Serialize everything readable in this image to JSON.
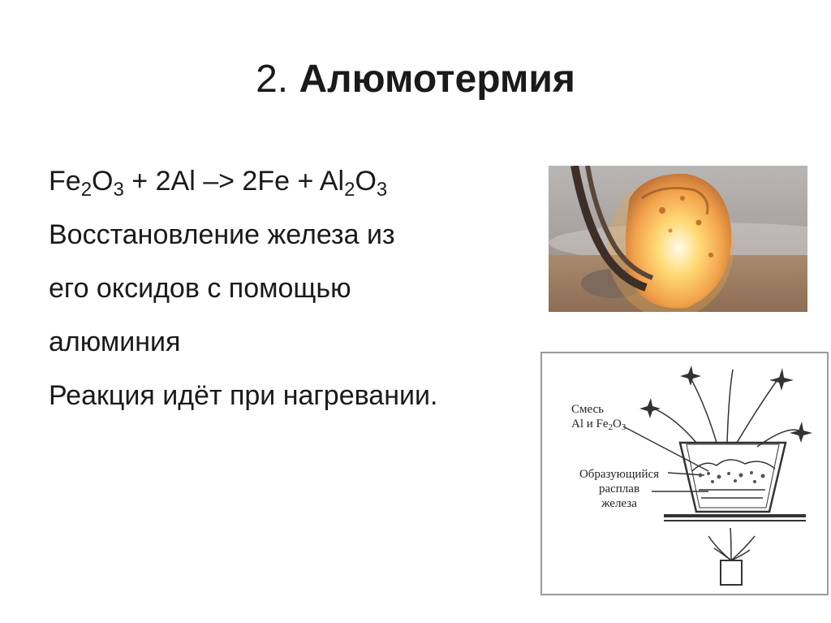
{
  "slide": {
    "title_number": "2.",
    "title_text": "Алюмотермия"
  },
  "equation": {
    "fe": "Fe",
    "fe_sub": "2",
    "o1": "O",
    "o1_sub": "3",
    "middle": " + 2Al –> 2Fe + ",
    "al": "Al",
    "al_sub": "2",
    "o2": "O",
    "o2_sub": "3"
  },
  "lines": [
    "Восстановление железа из",
    "его оксидов с помощью",
    "алюминия",
    "Реакция идёт при нагревании."
  ],
  "diagram": {
    "label_mix_1": "Смесь",
    "label_mix_2a": "Al и Fe",
    "label_mix_2_sub1": "2",
    "label_mix_2b": "O",
    "label_mix_2_sub2": "3",
    "label_melt_1": "Образующийся",
    "label_melt_2": "расплав",
    "label_melt_3": "железа"
  }
}
